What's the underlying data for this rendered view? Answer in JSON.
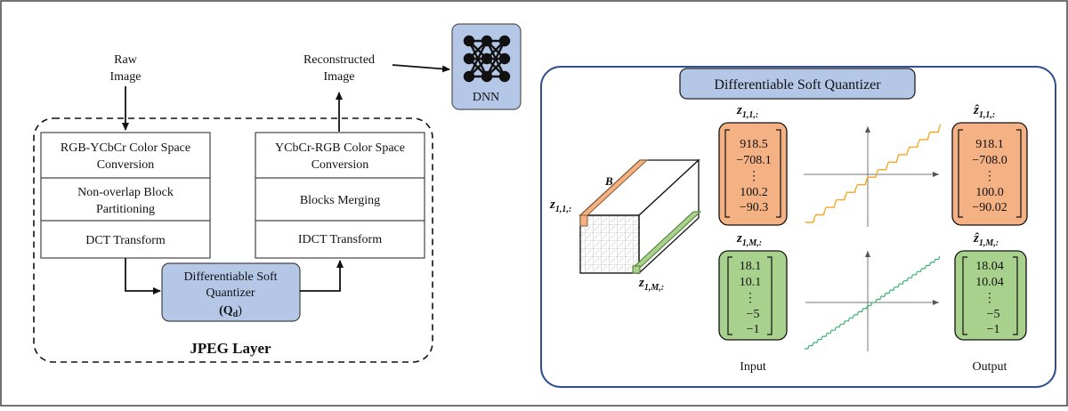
{
  "left": {
    "raw_image": [
      "Raw",
      "Image"
    ],
    "reconstructed_image": [
      "Reconstructed",
      "Image"
    ],
    "dnn_label": "DNN",
    "enc_steps": [
      [
        "RGB-YCbCr Color Space",
        "Conversion"
      ],
      [
        "Non-overlap Block",
        "Partitioning"
      ],
      [
        "DCT Transform"
      ]
    ],
    "dec_steps": [
      [
        "YCbCr-RGB Color Space",
        "Conversion"
      ],
      [
        "Blocks Merging"
      ],
      [
        "IDCT Transform"
      ]
    ],
    "quantizer": [
      "Differentiable Soft",
      "Quantizer"
    ],
    "quantizer_symbol": "(Q",
    "quantizer_sub": "d",
    "quantizer_close": ")",
    "jpeg_layer": "JPEG Layer"
  },
  "right": {
    "title": "Differentiable Soft Quantizer",
    "cube_b": "B",
    "cube_z_top": "z",
    "cube_z_top_sub": "1,1,:",
    "cube_z_bot": "z",
    "cube_z_bot_sub": "1,M,:",
    "in_top_label": "z",
    "in_top_sub": "1,1,:",
    "in_bot_label": "z",
    "in_bot_sub": "1,M,:",
    "out_top_label": "ẑ",
    "out_top_sub": "1,1,:",
    "out_bot_label": "ẑ",
    "out_bot_sub": "1,M,:",
    "input_top_values": [
      "918.5",
      "−708.1",
      "⋮",
      "100.2",
      "−90.3"
    ],
    "output_top_values": [
      "918.1",
      "−708.0",
      "⋮",
      "100.0",
      "−90.02"
    ],
    "input_bot_values": [
      "18.1",
      "10.1",
      "⋮",
      "−5",
      "−1"
    ],
    "output_bot_values": [
      "18.04",
      "10.04",
      "⋮",
      "−5",
      "−1"
    ],
    "input_caption": "Input",
    "output_caption": "Output"
  },
  "colors": {
    "orange_fill": "#f4b183",
    "green_fill": "#a9d18e",
    "blue_fill": "#b4c7e7",
    "frame_blue": "#2f4f8f",
    "stair_orange": "#f5a623",
    "stair_green": "#3cb371"
  }
}
